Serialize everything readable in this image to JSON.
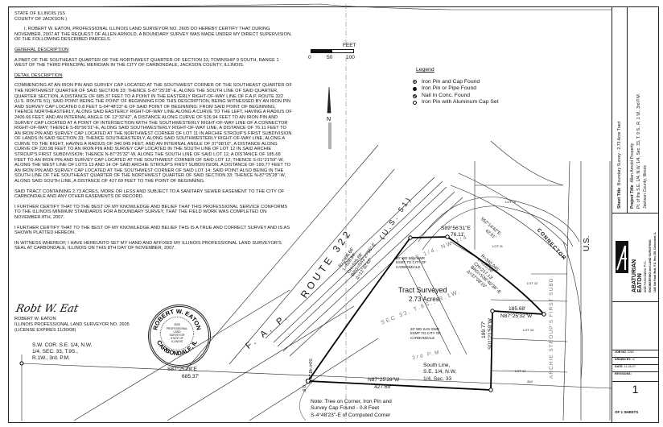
{
  "certificate": {
    "state_line": "STATE OF ILLINOIS )SS",
    "county_line": "COUNTY OF JACKSON )",
    "intro": "I, ROBERT W. EATON, PROFESSIONAL ILLINOIS LAND SURVEYOR NO. 2605 DO HEREBY CERTIFY THAT DURING NOVEMBER, 2007 AT THE REQUEST OF ALLEN ARNOLD, A BOUNDARY SURVEY WAS MADE UNDER MY DIRECT SUPERVISION, OF THE FOLLOWING DESCRIBED PARCELS.",
    "general_heading": "GENERAL DESCRIPTION",
    "general_text": "A PART OF THE SOUTHEAST QUARTER OF THE NORTHWEST QUARTER OF SECTION 33, TOWNSHIP 9 SOUTH, RANGE 1 WEST OF THE THIRD PRINCIPAL MERIDIAN IN THE CITY OF CARBONDALE, JACKSON COUNTY, ILLINOIS.",
    "detail_heading": "DETAIL DESCRIPTION",
    "detail_text": "COMMENCING AT AN IRON PIN AND SURVEY CAP LOCATED AT THE SOUTHWEST CORNER OF THE SOUTHEAST QUARTER OF THE NORTHWEST QUARTER OF SAID SECTION 33; THENCE S-87°25'28\"-E, ALONG THE SOUTH LINE OF SAID QUARTER, QUARTER SECTION, A DISTANCE OF 685.37 FEET TO A POINT IN THE EASTERLY RIGHT-OF-WAY LINE OF F.A.P. ROUTE 322 (U.S. ROUTE 51); SAID POINT BEING THE POINT OF BEGINNING FOR THIS DESCRIPTION, BEING WITNESSED BY AN IRON PIN AND SURVEY CAP LOCATED 0.8 FEET S-04°48'23\"-E OF SAID POINT OF BEGINNING: FROM SAID POINT OF BEGINNING, THENCE NORTHEASTERLY, ALONG SAID EASTERLY RIGHT-OF-WAY LINE ALONG A CURVE TO THE LEFT, HAVING A RADIUS OF 2406.66 FEET, AND AN INTERNAL ANGLE OF 12°32'42\", A DISTANCE ALONG CURVE OF 526.94 FEET TO AN IRON PIN AND SURVEY CAP LOCATED AT A POINT OF INTERSECTION WITH THE SOUTHWESTERLY RIGHT-OF-WAY LINE OF A CONNECTOR RIGHT-OF-WAY; THENCE S-89°56'31\"-E, ALONG SAID SOUTHWESTERLY RIGHT-OF-WAY LINE, A DISTANCE OF 76.11 FEET TO AN IRON PIN AND SURVEY CAP LOCATED AT THE NORTHWEST CORNER OF LOT 11 IN ARCHIE STROUP'S FIRST SUBDIVISION OF LANDS IN SAID SECTION 33; THENCE SOUTHEASTERLY, ALONG SAID SOUTHWESTERLY RIGHT-OF-WAY LINE, ALONG A CURVE TO THE RIGHT, HAVING A RADIUS OF 340.945 FEET, AND AN INTERNAL ANGLE OF 37°08'10\", A DISTANCE ALONG CURVE OF 220.98 FEET TO AN IRON PIN AND SURVEY CAP LOCATED IN THE SOUTH LINE OF LOT 12 IN SAID ARCHIE STROUP'S FIRST SUBDIVISION; THENCE N-87°25'32\"-W, ALONG THE SOUTH LINE OF SAID LOT 12, A DISTANCE OF 185.68 FEET TO AN IRON PIN AND SURVEY CAP LOCATED AT THE SOUTHWEST CORNER OF SAID LOT 12; THENCE S-01°21'59\"-W, ALONG THE WEST LINE OF LOTS 13 AND 14 OF SAID ARCHIE STROUP'S FIRST SUBDIVISION, A DISTANCE OF 199.77 FEET TO AN IRON PIN AND SURVEY CAP LOCATED AT THE SOUTHWEST CORNER OF SAID LOT 14; SAID POINT ALSO BEING IN THE SOUTH LINE OF THE SOUTHEAST QUARTER OF THE NORTHWEST QUARTER OF SAID SECTION 33; THENCE N-87°25'28\"-W, ALONG SAID SOUTH LINE, A DISTANCE OF 427.69 FEET TO THE POINT OF BEGINNING.",
    "tract_text": "SAID TRACT CONTAINING 2.73 ACRES, MORE OR LESS AND SUBJECT TO A SANITARY SEWER EASEMENT TO THE CITY OF CARBONDALE AND ANY OTHER EASEMENTS OF RECORD.",
    "further1": "I FURTHER CERTIFY THAT TO THE BEST OF MY KNOWLEDGE AND BELIEF THAT THIS PROFESSIONAL SERVICE CONFORMS TO THE ILLINOIS MINIMUM STANDARDS FOR A BOUNDARY SURVEY, THAT THE FIELD WORK WAS COMPLETED ON NOVEMBER 8TH, 2007.",
    "further2": "I FURTHER CERTIFY THAT TO THE BEST OF MY KNOWLEDGE AND BELIEF THIS IS A TRUE AND CORRECT SURVEY AND IS AS SHOWN PLATTED HEREON.",
    "witness": "IN WITNESS WHEREOF, I HAVE HEREUNTO SET MY HAND AND AFFIXED MY ILLINOIS PROFESSIONAL LAND SURVEYOR'S SEAL AT CARBONDALE, ILLINOIS ON THIS 8TH DAY OF NOVEMBER, 2007.",
    "signature": "Robt W. Eat",
    "signer_name": "ROBERT W. EATON",
    "signer_title": "ILLINOIS PROFESSIONAL LAND SURVEYOR NO. 2605",
    "license": "(LICENSE EXPIRES 11/30/08)"
  },
  "seal": {
    "top_ring": "ROBERT W. EATON",
    "bottom_ring": "CARBONDALE, IL",
    "center": [
      "2605",
      "PROFESSIONAL",
      "LAND",
      "SURVEYOR",
      "STATE OF",
      "ILLINOIS"
    ]
  },
  "scale": {
    "title": "FEET",
    "ticks": [
      "0",
      "50",
      "100"
    ]
  },
  "north_arrow": "N",
  "legend": {
    "title": "Legend",
    "items": [
      {
        "symbol": "pin-cap",
        "label": "Iron Pin and Cap Found"
      },
      {
        "symbol": "pin-pipe",
        "label": "Iron Pin or Pipe Found"
      },
      {
        "symbol": "nail",
        "label": "Nail In Conc. Found"
      },
      {
        "symbol": "alum",
        "label": "Iron Pin with Aluminum Cap Set"
      }
    ]
  },
  "plat": {
    "sw_corner": [
      "S.W. COR. S.E. 1/4, N.W.",
      "1/4, SEC. 33, T.9S.,",
      "R.1W., 3rd. P.M."
    ],
    "south_line_bearing": "S87°25'28\"E",
    "south_line_distance": "685.37'",
    "route": "ROUTE 322",
    "route_fap": "F. A. P.",
    "route_us": "(U.S. 51)",
    "curve1": [
      "R=2406.66'",
      "L=526.94'",
      "CH=525.88'",
      "BRG=N43°27'55\"-E",
      "Δ=12°32'42\""
    ],
    "top_bearing": "S89°56'31\"E",
    "top_distance": "76.11'",
    "connector_bearing": "S52°14'42\"E",
    "connector_distance": "62.01'",
    "connector": "CONNECTOR",
    "curve2": [
      "R=340.945'",
      "L=220.98'",
      "CH=217.13'",
      "BRG=S36°40'36\"-E",
      "Δ=37°08'10\""
    ],
    "tract_title": "Tract Surveyed",
    "tract_acres": "2.73 Acres",
    "easement1": [
      "20' WD SAN SWR",
      "ESMT TO CITY OF",
      "CARBONDALE"
    ],
    "easement2": [
      "20' WD SAN SWR",
      "ESMT TO CITY OF",
      "CARBONDALE"
    ],
    "lot12_bearing": "N87°25'32\"W",
    "lot12_distance": "185.68'",
    "west_line_distance": "199.77'",
    "west_line_bearing": "S01°21'59\"W",
    "south_bearing": "N87°25'28\"W",
    "south_distance": "427.69'",
    "south_line_label": [
      "South Line,",
      "S.E. 1/4, N.W.",
      "1/4, Sec. 33"
    ],
    "witness_bearing": "S04°48'23\"E",
    "witness_distance": "0.8'",
    "note": [
      "Note: Tree on Corner, Iron Pin and",
      "Survey Cap Found - 0.8 Feet",
      "S-4°48'23\"-E of Computed Corner"
    ],
    "sec_label": "SEC 33, T.9S., R.1W.",
    "pm_label": "3rd P.M.",
    "quarter_label": "SE 1/4, NW 1/4",
    "subdivision": "ARCHIE STROUP'S FIRST SUBD.",
    "lots": [
      "LOT 10",
      "LOT 11",
      "LOT 12",
      "LOT 13",
      "LOT 14"
    ],
    "us_label": "U.S.",
    "lot14_dim": "264'"
  },
  "titleblock": {
    "sheet_title_label": "Sheet Title",
    "sheet_title": "Boundary Survey - 2.73 Acre Tract",
    "project_title_label": "Project Title",
    "project_lines": [
      "Allen Arnold Property",
      "Pt. of the S.E. 1/4, N.W. 1/4, Sec. 33, T. 9 S., R. 1 W., 3rd P.M.",
      "Jackson County, Illinois"
    ],
    "firm": [
      "ABATURIAN",
      "EATON",
      "and Associates P.C."
    ],
    "firm_sub": "ENGINEERING and LAND SURVEYING",
    "firm_address": "1440 Old Road Walk, P.O. Box 239, Carbondale, IL",
    "job_no_label": "JOB NO.",
    "job_no": "2262",
    "drawn_by_label": "DRAWN BY:",
    "drawn_by": "rs",
    "date_label": "DATE:",
    "date": "11-08-07",
    "revisions_label": "REVISIONS:",
    "sheet_number": "1",
    "sheet_of": "OF 1 SHEETS"
  }
}
